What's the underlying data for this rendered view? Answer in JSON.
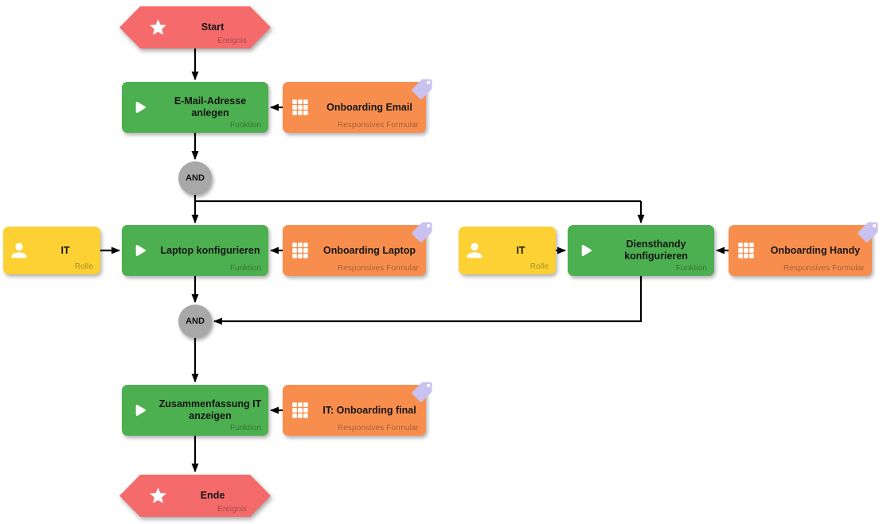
{
  "diagram": {
    "type": "epc-process-flow",
    "nodes": {
      "start": {
        "title": "Start",
        "type_label": "Ereignis",
        "icon": "star-icon"
      },
      "email_fn": {
        "title": "E-Mail-Adresse\nanlegen",
        "type_label": "Funktion",
        "icon": "play-icon"
      },
      "form_email": {
        "title": "Onboarding Email",
        "type_label": "Responsives Formular",
        "icon": "grid-icon",
        "badge": "tag-icon"
      },
      "and1": {
        "label": "AND"
      },
      "role_laptop": {
        "title": "IT",
        "type_label": "Rolle",
        "icon": "person-icon"
      },
      "laptop_fn": {
        "title": "Laptop konfigurieren",
        "type_label": "Funktion",
        "icon": "play-icon"
      },
      "form_laptop": {
        "title": "Onboarding Laptop",
        "type_label": "Responsives Formular",
        "icon": "grid-icon",
        "badge": "tag-icon"
      },
      "role_handy": {
        "title": "IT",
        "type_label": "Rolle",
        "icon": "person-icon"
      },
      "handy_fn": {
        "title": "Diensthandy\nkonfigurieren",
        "type_label": "Funktion",
        "icon": "play-icon"
      },
      "form_handy": {
        "title": "Onboarding Handy",
        "type_label": "Responsives Formular",
        "icon": "grid-icon",
        "badge": "tag-icon"
      },
      "and2": {
        "label": "AND"
      },
      "summary_fn": {
        "title": "Zusammenfassung IT\nanzeigen",
        "type_label": "Funktion",
        "icon": "play-icon"
      },
      "form_final": {
        "title": "IT: Onboarding final",
        "type_label": "Responsives Formular",
        "icon": "grid-icon",
        "badge": "tag-icon"
      },
      "ende": {
        "title": "Ende",
        "type_label": "Ereignis",
        "icon": "star-icon"
      }
    },
    "colors": {
      "event": "#f56b6b",
      "function": "#4caf50",
      "form": "#f78e4e",
      "role": "#fdd133",
      "and_connector": "#a8a8a8",
      "tag_badge": "#c9c2f0",
      "line": "#000000"
    }
  }
}
